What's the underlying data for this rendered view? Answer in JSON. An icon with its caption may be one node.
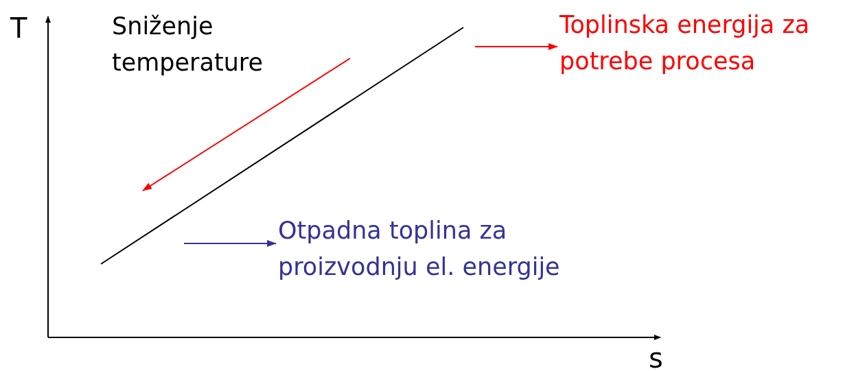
{
  "diagram": {
    "nodes": [
      {
        "text": [
          "Toplinska energija za potrebe procesa"
        ]
      },
      {
        "text": [
          "Otpadna toplina za proizvodnju el. energije"
        ]
      }
    ],
    "edges": [
      {
        "from": null,
        "to": 0,
        "arrow": "to",
        "color": "#ff0000"
      },
      {
        "from": null,
        "to": 1,
        "arrow": "to",
        "color": "#333399"
      }
    ],
    "labels": [
      "T",
      "Sniženje temperature",
      "s"
    ]
  }
}
